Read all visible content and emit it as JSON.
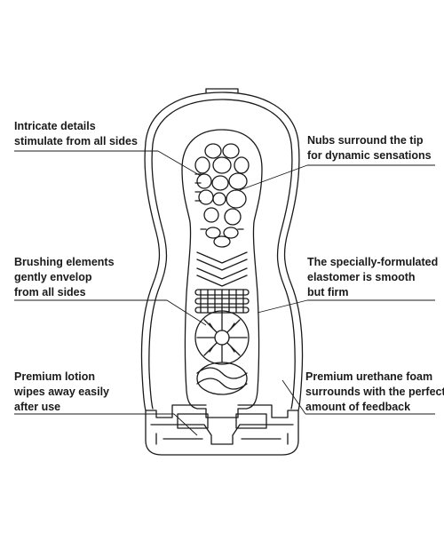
{
  "callouts": {
    "intricate": [
      "Intricate details",
      "stimulate from all sides"
    ],
    "nubs": [
      "Nubs surround the tip",
      "for dynamic sensations"
    ],
    "brushing": [
      "Brushing elements",
      "gently envelop",
      "from all sides"
    ],
    "elastomer": [
      "The specially-formulated",
      "elastomer is smooth",
      "but firm"
    ],
    "lotion": [
      "Premium lotion",
      "wipes away easily",
      "after use"
    ],
    "foam": [
      "Premium urethane foam",
      "surrounds with the perfect",
      "amount of feedback"
    ]
  },
  "colors": {
    "line": "#1a1a1a",
    "background": "#ffffff"
  }
}
